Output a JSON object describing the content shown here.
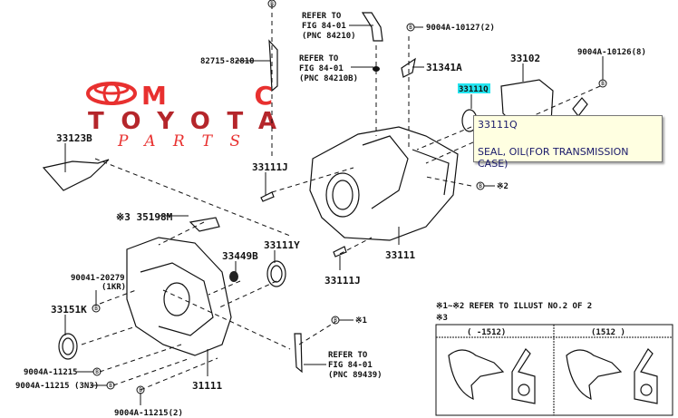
{
  "logo": {
    "line1": "MC",
    "line2": "TOYOTA",
    "line3": "PARTS",
    "brand_red": "#e8302f",
    "brand_dark_red": "#b5262b"
  },
  "labels": {
    "refer_84210": [
      "REFER TO",
      "FIG 84-01",
      "(PNC 84210)"
    ],
    "refer_84210b": [
      "REFER TO",
      "FIG 84-01",
      "(PNC 84210B)"
    ],
    "refer_89439": [
      "REFER TO",
      "FIG 84-01",
      "(PNC 89439)"
    ],
    "bolt_10127": "9004A-10127(2)",
    "bolt_10126": "9004A-10126(8)",
    "p82715": "82715-82810",
    "p31341a": "31341A",
    "p33102": "33102",
    "p33111q": "33111Q",
    "p33123b": "33123B",
    "p33111j_top": "33111J",
    "p33111j_bottom": "33111J",
    "note2": "※2",
    "note1": "※1",
    "p35198m": "※3 35198M",
    "p33449b": "33449B",
    "p33111y": "33111Y",
    "p33111": "33111",
    "p90041": "90041-20279",
    "p90041_note": "(1KR)",
    "p33151k": "33151K",
    "bolt_11215": "9004A-11215",
    "bolt_11215_3n3": "9004A-11215 (3N3)",
    "bolt_11215_2": "9004A-11215(2)",
    "p31111": "31111",
    "bolt_marker": "B"
  },
  "notes": {
    "line1": "※1~※2  REFER TO ILLUST NO.2 OF 2",
    "line2": "※3"
  },
  "variant_table": {
    "col1": "(     -1512)",
    "col2": "(1512      )"
  },
  "tooltip": {
    "part_no": "33111Q",
    "description": "SEAL, OIL(FOR TRANSMISSION CASE)"
  },
  "highlight_color": "#22e5f0"
}
